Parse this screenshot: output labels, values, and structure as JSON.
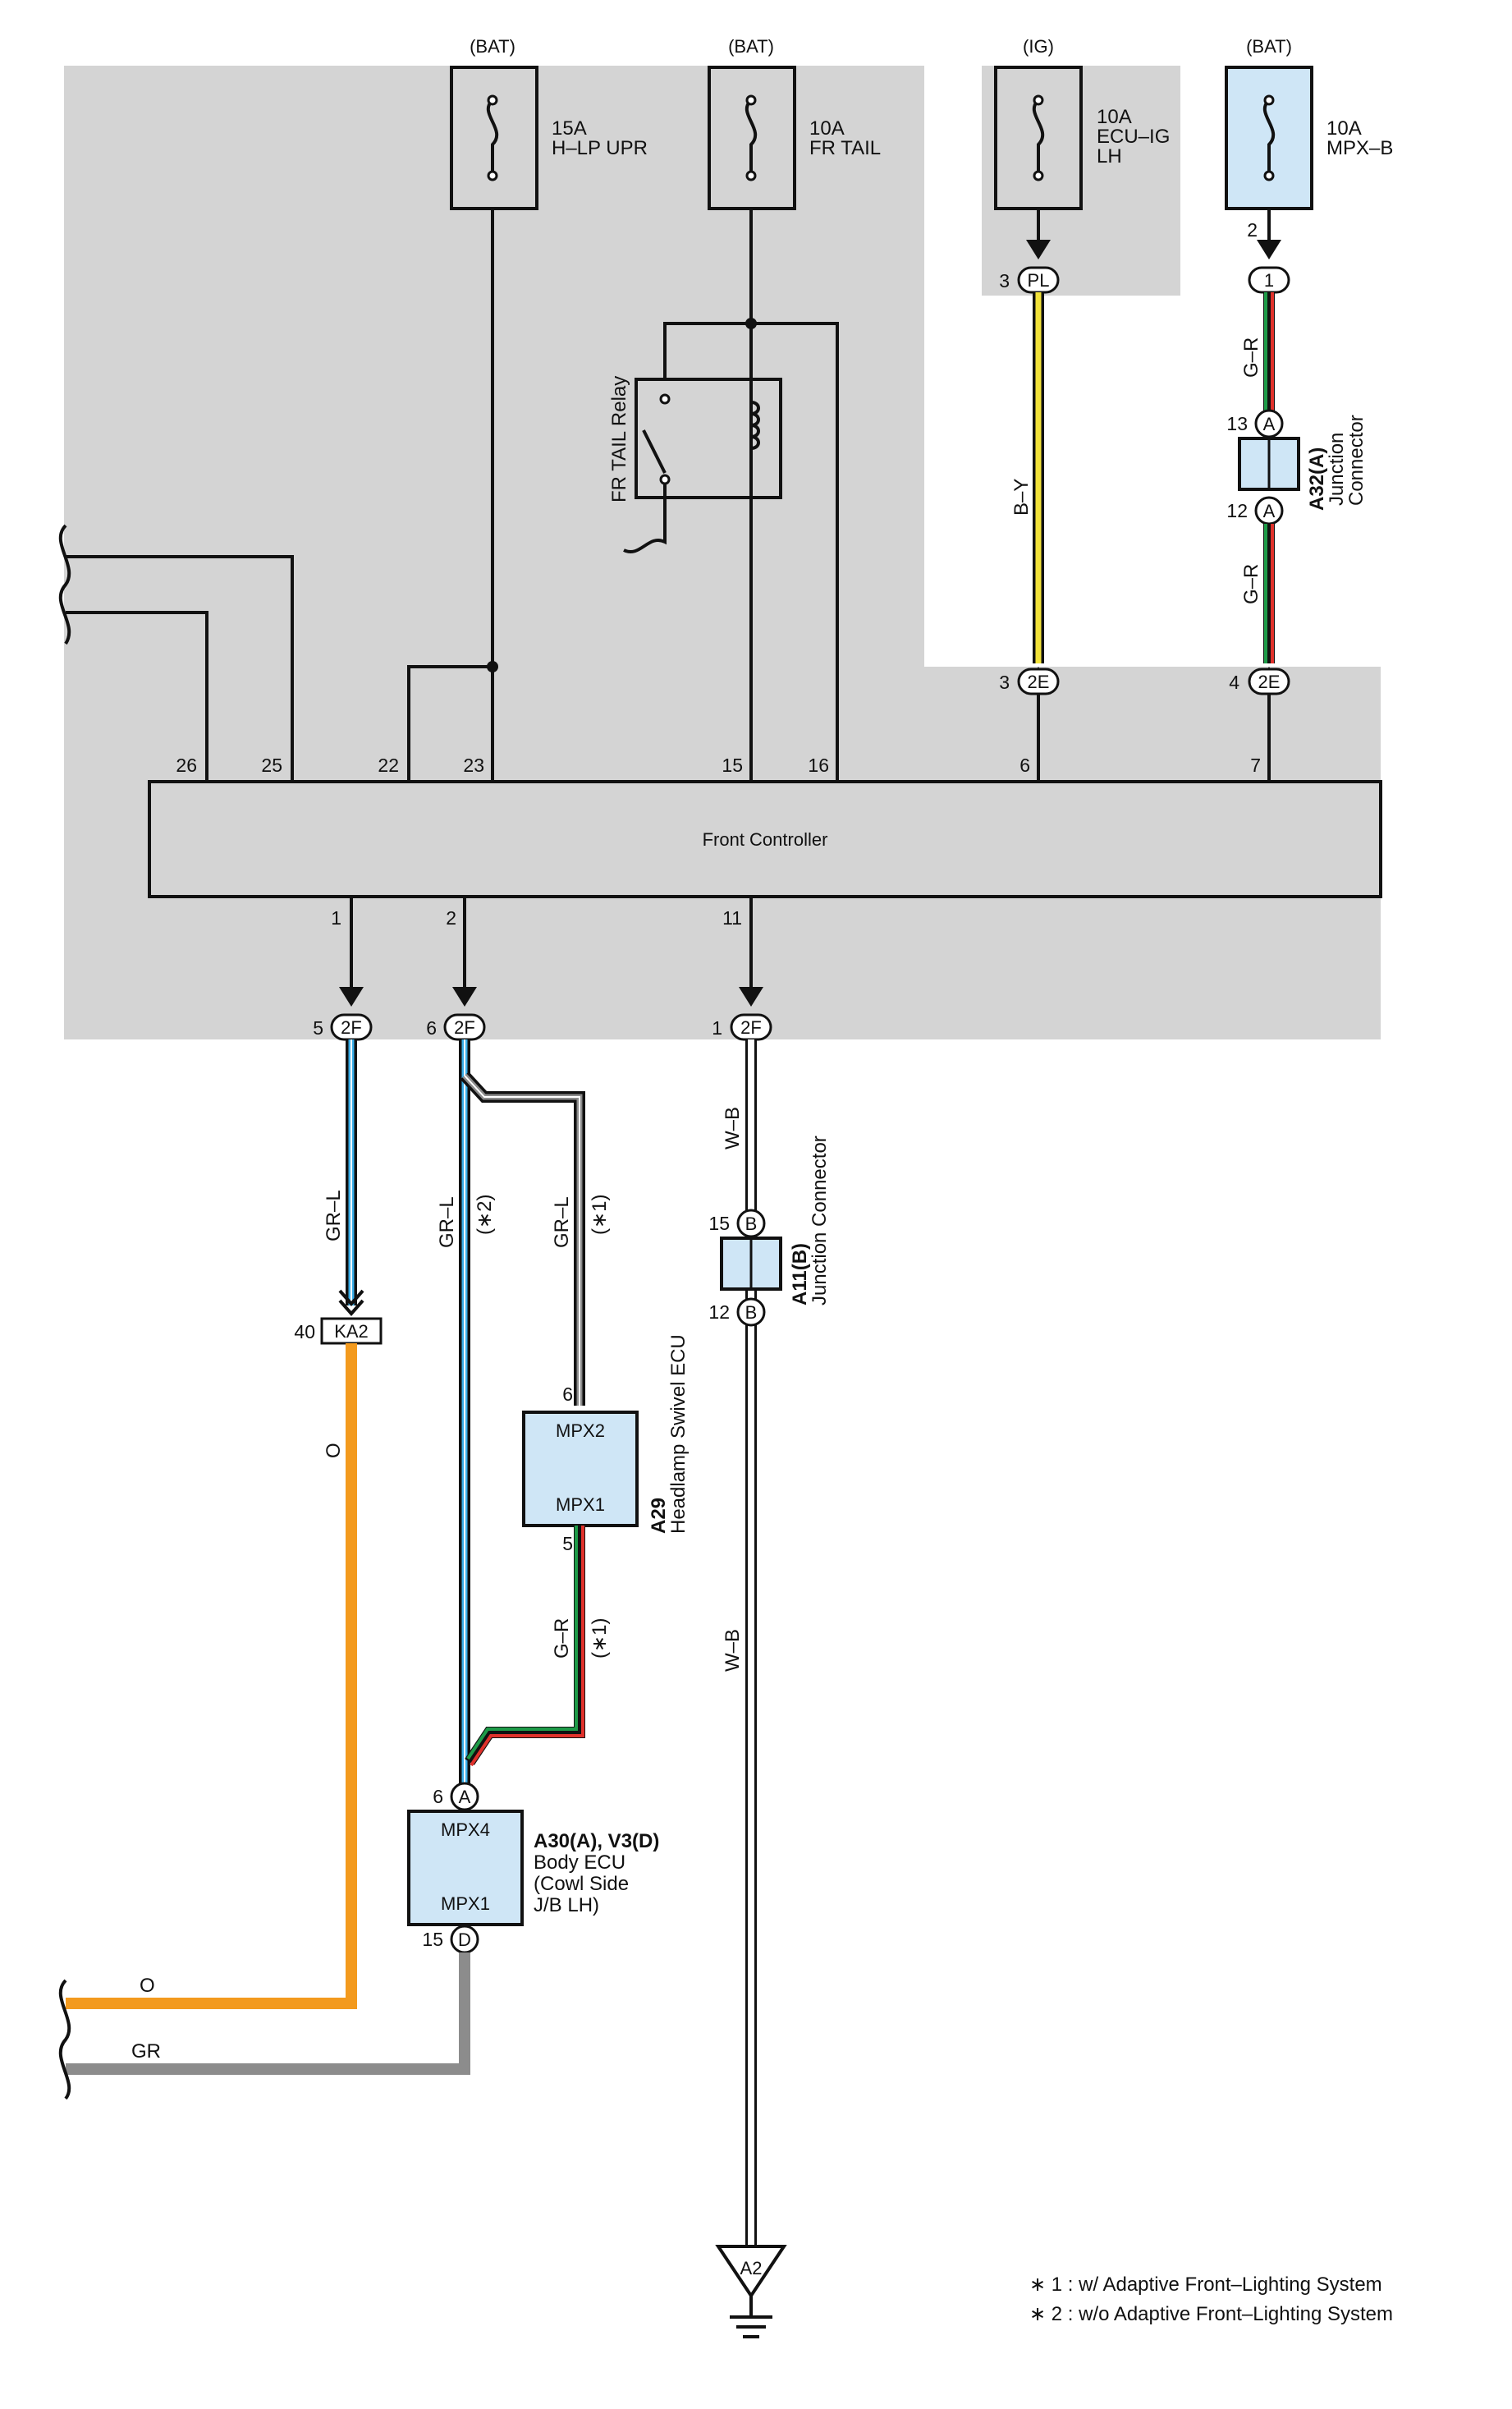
{
  "fuses": [
    {
      "supply": "(BAT)",
      "rating": "15A",
      "name": "H–LP UPR",
      "name2": ""
    },
    {
      "supply": "(BAT)",
      "rating": "10A",
      "name": "FR TAIL",
      "name2": ""
    },
    {
      "supply": "(IG)",
      "rating": "10A",
      "name": "ECU–IG",
      "name2": "LH"
    },
    {
      "supply": "(BAT)",
      "rating": "10A",
      "name": "MPX–B",
      "name2": ""
    }
  ],
  "relay": {
    "label": "FR TAIL Relay"
  },
  "controller": {
    "label": "Front Controller",
    "top_pins": [
      "26",
      "25",
      "22",
      "23",
      "15",
      "16",
      "6",
      "7"
    ],
    "bottom_pins": [
      "1",
      "2",
      "11"
    ]
  },
  "connectors": {
    "pl": {
      "code": "PL",
      "pin": "3"
    },
    "c1": {
      "code": "1",
      "pin": "2"
    },
    "e2_left": {
      "code": "2E",
      "pin": "3"
    },
    "e2_right": {
      "code": "2E",
      "pin": "4"
    },
    "f2_a": {
      "code": "2F",
      "pin": "5"
    },
    "f2_b": {
      "code": "2F",
      "pin": "6"
    },
    "f2_c": {
      "code": "2F",
      "pin": "1"
    },
    "ka2": {
      "code": "KA2",
      "pin": "40"
    },
    "a32_top": {
      "code": "A",
      "pin": "13"
    },
    "a32_bot": {
      "code": "A",
      "pin": "12"
    },
    "a11_top": {
      "code": "B",
      "pin": "15"
    },
    "a11_bot": {
      "code": "B",
      "pin": "12"
    },
    "a30_top": {
      "code": "A",
      "pin": "6"
    },
    "a30_bot": {
      "code": "D",
      "pin": "15"
    },
    "a29_top_pin": "6",
    "a29_bot_pin": "5",
    "ground": "A2"
  },
  "wires": {
    "by": "B–Y",
    "gr1": "G–R",
    "gr2": "G–R",
    "grl_a": "GR–L",
    "grl_b": "GR–L",
    "grl_b_note": "(∗2)",
    "grl_c": "GR–L",
    "grl_c_note": "(∗1)",
    "wb1": "W–B",
    "wb2": "W–B",
    "o_vert": "O",
    "gr_lower": "G–R",
    "gr_lower_note": "(∗1)",
    "o_horiz": "O",
    "gr_horiz": "GR"
  },
  "components": {
    "a32": {
      "code": "A32(A)",
      "line1": "Junction",
      "line2": "Connector"
    },
    "a11": {
      "code": "A11(B)",
      "line1": "Junction Connector"
    },
    "a29": {
      "code": "A29",
      "line1": "Headlamp Swivel ECU",
      "port_top": "MPX2",
      "port_bot": "MPX1"
    },
    "a30": {
      "code": "A30(A), V3(D)",
      "line1": "Body ECU",
      "line2": "(Cowl Side",
      "line3": " J/B LH)",
      "port_top": "MPX4",
      "port_bot": "MPX1"
    }
  },
  "notes": [
    "∗ 1 : w/ Adaptive Front–Lighting System",
    "∗ 2 : w/o Adaptive Front–Lighting System"
  ],
  "colors": {
    "shade": "#d4d4d4",
    "component_fill": "#cfe6f6",
    "yellow": "#f2e23a",
    "green": "#1e9b48",
    "red": "#e0312b",
    "sky": "#3aaee8",
    "orange": "#f39a1e",
    "gray": "#8c8c8c"
  }
}
